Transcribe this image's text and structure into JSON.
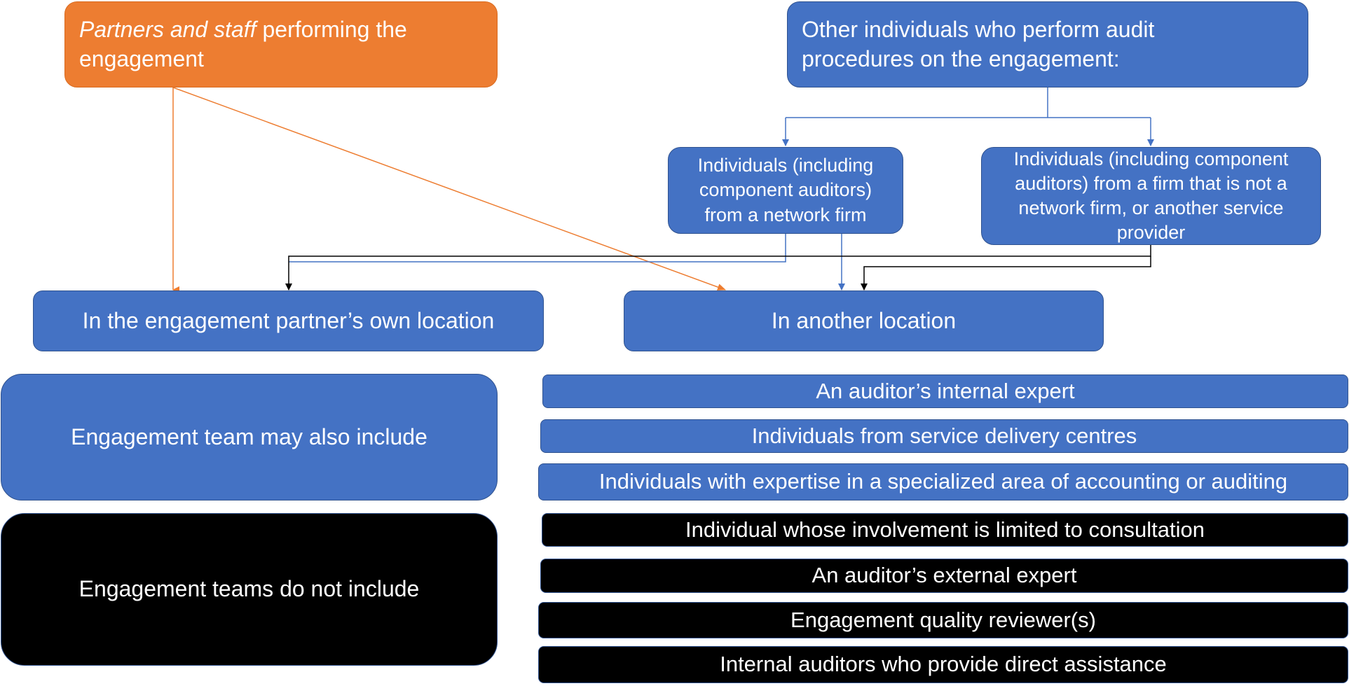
{
  "top": {
    "partners_italic": "Partners and staff",
    "partners_rest": " performing the engagement",
    "other": "Other individuals who perform audit procedures on the engagement:"
  },
  "mid": {
    "network_firm": "Individuals (including component auditors) from a network firm",
    "non_network": "Individuals (including component auditors) from a firm that is not a network firm, or another service provider"
  },
  "locations": {
    "own": "In the engagement partner’s own location",
    "another": "In another location"
  },
  "may_include": {
    "heading": "Engagement team may also include",
    "items": [
      "An auditor’s internal expert",
      "Individuals from service delivery centres",
      "Individuals with expertise in a specialized area of accounting or auditing"
    ]
  },
  "not_include": {
    "heading": "Engagement teams do not include",
    "items": [
      "Individual whose involvement is limited to consultation",
      "An auditor’s external expert",
      "Engagement quality reviewer(s)",
      "Internal auditors who provide direct assistance"
    ]
  },
  "colors": {
    "orange": "#ED7D31",
    "blue": "#4472C4",
    "black": "#000000",
    "blue_line": "#4472C4"
  }
}
